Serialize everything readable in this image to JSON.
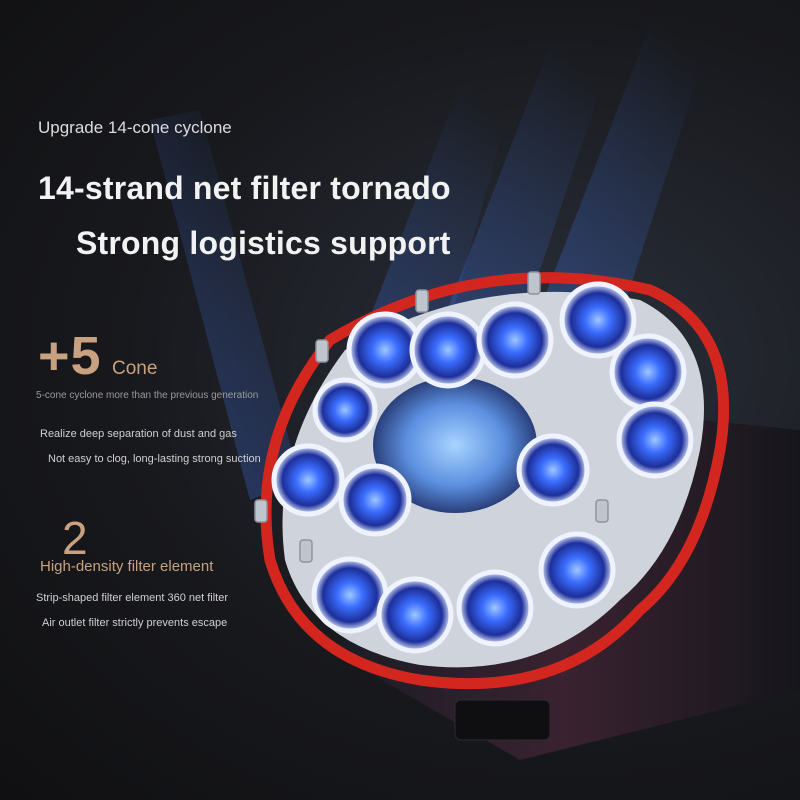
{
  "heading": {
    "subtitle": "Upgrade 14-cone cyclone",
    "headline_line1": "14-strand net filter tornado",
    "headline_line2": "Strong logistics support"
  },
  "feature_1": {
    "number": "+5",
    "unit": "Cone",
    "description": "5-cone cyclone more than the previous generation",
    "bullets": [
      "Realize deep separation of dust and gas",
      "Not easy to clog, long-lasting strong suction"
    ]
  },
  "feature_2": {
    "number": "2",
    "label": "High-density filter element",
    "bullets": [
      "Strip-shaped filter element 360 net filter",
      "Air outlet filter strictly prevents escape"
    ]
  },
  "colors": {
    "background": "#18191d",
    "accent_gold": "#c8a280",
    "cyclone_blue": "#3a6bff",
    "seal_red": "#d3261f"
  },
  "image": {
    "cyclone_cone_count": 14
  }
}
